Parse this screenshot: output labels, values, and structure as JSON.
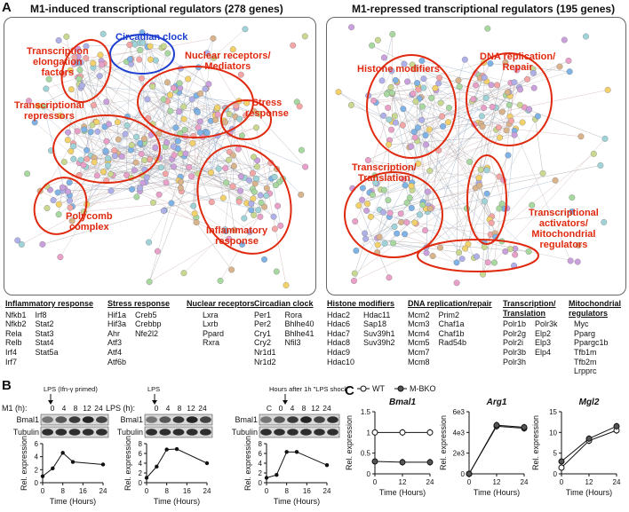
{
  "panelA": {
    "letter": "A",
    "left_title": "M1-induced transcriptional regulators (278 genes)",
    "right_title": "M1-repressed transcriptional regulators (195 genes)",
    "left_clusters": {
      "circadian": "Circadian clock",
      "elongation": [
        "Transcription",
        "elongation",
        "factors"
      ],
      "nuclear": [
        "Nuclear receptors/",
        "Mediators"
      ],
      "stress": [
        "Stress",
        "response"
      ],
      "repressors": [
        "Transcriptional",
        "repressors"
      ],
      "polycomb": [
        "Polycomb",
        "complex"
      ],
      "inflammatory": [
        "Inflammatory",
        "response"
      ]
    },
    "right_clusters": {
      "histone": "Histone modifiers",
      "dna": [
        "DNA replication/",
        "Repair"
      ],
      "transcription": [
        "Transcription/",
        "Translation"
      ],
      "activators": [
        "Transcriptional",
        "activators/",
        "Mitochondrial",
        "regulators"
      ]
    },
    "left_categories": [
      {
        "heading": "Inflammatory response",
        "columns": [
          [
            "Nfkb1",
            "Nfkb2",
            "Rela",
            "Relb",
            "Irf4",
            "Irf7"
          ],
          [
            "Irf8",
            "Stat2",
            "Stat3",
            "Stat4",
            "Stat5a"
          ]
        ]
      },
      {
        "heading": "Stress response",
        "columns": [
          [
            "Hif1a",
            "Hif3a",
            "Ahr",
            "Atf3",
            "Atf4",
            "Atf6b"
          ],
          [
            "Creb5",
            "Crebbp",
            "Nfe2l2"
          ]
        ]
      },
      {
        "heading": "Nuclear receptors",
        "columns": [
          [
            "Lxra",
            "Lxrb",
            "Ppard",
            "Rxra"
          ]
        ]
      },
      {
        "heading": "Circadian clock",
        "columns": [
          [
            "Per1",
            "Per2",
            "Cry1",
            "Cry2",
            "Nr1d1",
            "Nr1d2"
          ],
          [
            "Rora",
            "Bhlhe40",
            "Bhlhe41",
            "Nfil3"
          ]
        ]
      }
    ],
    "right_categories": [
      {
        "heading": "Histone modifiers",
        "columns": [
          [
            "Hdac2",
            "Hdac6",
            "Hdac7",
            "Hdac8",
            "Hdac9",
            "Hdac10"
          ],
          [
            "Hdac11",
            "Sap18",
            "Suv39h1",
            "Suv39h2"
          ]
        ]
      },
      {
        "heading": "DNA replication/repair",
        "columns": [
          [
            "Mcm2",
            "Mcm3",
            "Mcm4",
            "Mcm5",
            "Mcm7",
            "Mcm8"
          ],
          [
            "Prim2",
            "Chaf1a",
            "Chaf1b",
            "Rad54b"
          ]
        ]
      },
      {
        "heading": "Transcription/",
        "heading2": "Translation",
        "columns": [
          [
            "Polr1b",
            "Polr2g",
            "Polr2i",
            "Polr3b",
            "Polr3h"
          ],
          [
            "Polr3k",
            "Elp2",
            "Elp3",
            "Elp4"
          ]
        ]
      },
      {
        "heading": "Mitochondrial",
        "heading2": "regulators",
        "columns": [
          [
            "Myc",
            "Pparg",
            "Ppargc1b",
            "Tfb1m",
            "Tfb2m",
            "Lrpprc"
          ]
        ]
      }
    ]
  },
  "panelB": {
    "letter": "B",
    "blot_rows": [
      "Bmal1",
      "Tubulin"
    ],
    "ylabel": "Rel. expression",
    "xlabel": "Time (Hours)",
    "subpanels": [
      {
        "treatment_label": "M1 (h):",
        "times": [
          "0",
          "4",
          "8",
          "12",
          "24"
        ],
        "note": "LPS (Ifn-γ primed)"
      },
      {
        "treatment_label": "LPS (h):",
        "times": [
          "0",
          "4",
          "8",
          "12",
          "24"
        ],
        "note": "LPS"
      },
      {
        "treatment_label": "",
        "times": [
          "C",
          "0",
          "4",
          "8",
          "12",
          "24"
        ],
        "note": "Hours after 1h \"LPS shock\""
      }
    ]
  },
  "panelC": {
    "letter": "C",
    "legend": [
      "WT",
      "M-BKO"
    ],
    "ylabel": "Rel. expression",
    "xlabel": "Time (Hours)",
    "genes": [
      "Bmal1",
      "Arg1",
      "Mgl2"
    ]
  },
  "chart_data": [
    {
      "type": "line",
      "title": "",
      "xlabel": "Time (Hours)",
      "ylabel": "Rel. expression",
      "x": [
        0,
        4,
        8,
        12,
        24
      ],
      "xticks": [
        0,
        8,
        16,
        24
      ],
      "yticks": [
        0,
        2,
        4,
        6
      ],
      "ylim": [
        0,
        6
      ],
      "series": [
        {
          "values": [
            1.0,
            2.2,
            4.6,
            3.2,
            2.8
          ]
        }
      ]
    },
    {
      "type": "line",
      "title": "",
      "xlabel": "Time (Hours)",
      "ylabel": "Rel. expression",
      "x": [
        0,
        4,
        8,
        12,
        24
      ],
      "xticks": [
        0,
        8,
        16,
        24
      ],
      "yticks": [
        0,
        2,
        4,
        6,
        8
      ],
      "ylim": [
        0,
        8
      ],
      "series": [
        {
          "values": [
            1.0,
            3.3,
            6.8,
            6.9,
            4.0
          ]
        }
      ]
    },
    {
      "type": "line",
      "title": "",
      "xlabel": "Time (Hours)",
      "ylabel": "Rel. expression",
      "x": [
        0,
        4,
        8,
        12,
        24
      ],
      "xticks": [
        0,
        8,
        16,
        24
      ],
      "yticks": [
        0,
        2,
        4,
        6,
        8
      ],
      "ylim": [
        0,
        8
      ],
      "series": [
        {
          "values": [
            1.0,
            1.6,
            6.3,
            6.3,
            3.6
          ]
        }
      ]
    },
    {
      "type": "line",
      "title": "Bmal1",
      "xlabel": "Time (Hours)",
      "ylabel": "Rel. expression",
      "x": [
        0,
        12,
        24
      ],
      "xticks": [
        0,
        12,
        24
      ],
      "yticks": [
        0.0,
        0.5,
        1.0,
        1.5
      ],
      "ylim": [
        0,
        1.5
      ],
      "series": [
        {
          "name": "WT",
          "values": [
            1.0,
            1.0,
            1.0
          ]
        },
        {
          "name": "M-BKO",
          "values": [
            0.3,
            0.28,
            0.28
          ]
        }
      ]
    },
    {
      "type": "line",
      "title": "Arg1",
      "xlabel": "Time (Hours)",
      "ylabel": "Rel. expression",
      "x": [
        0,
        12,
        24
      ],
      "xticks": [
        0,
        12,
        24
      ],
      "ytick_labels": [
        "0",
        "2e3",
        "4e3",
        "6e3"
      ],
      "yticks": [
        0,
        2000,
        4000,
        6000
      ],
      "ylim": [
        0,
        6000
      ],
      "series": [
        {
          "name": "WT",
          "values": [
            1,
            4600,
            4400
          ]
        },
        {
          "name": "M-BKO",
          "values": [
            1,
            4700,
            4500
          ]
        }
      ]
    },
    {
      "type": "line",
      "title": "Mgl2",
      "xlabel": "Time (Hours)",
      "ylabel": "Rel. expression",
      "x": [
        0,
        12,
        24
      ],
      "xticks": [
        0,
        12,
        24
      ],
      "yticks": [
        0,
        5,
        10,
        15
      ],
      "ylim": [
        0,
        15
      ],
      "series": [
        {
          "name": "WT",
          "values": [
            1.5,
            8,
            10.5
          ]
        },
        {
          "name": "M-BKO",
          "values": [
            3,
            8.5,
            11.5
          ]
        }
      ]
    }
  ]
}
